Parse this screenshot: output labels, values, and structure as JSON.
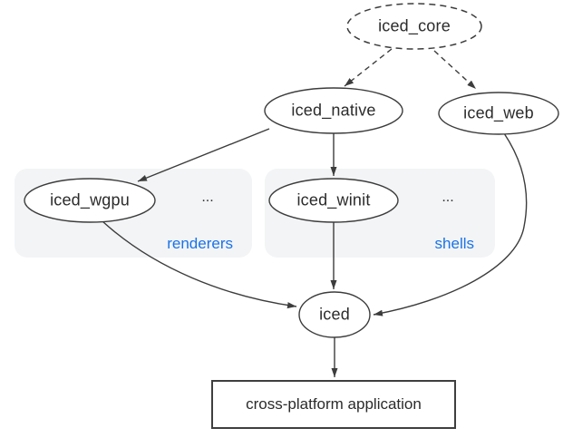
{
  "diagram": {
    "type": "dependency-graph",
    "subject": "iced crate ecosystem",
    "nodes": {
      "iced_core": {
        "label": "iced_core",
        "shape": "ellipse",
        "border": "dashed"
      },
      "iced_native": {
        "label": "iced_native",
        "shape": "ellipse",
        "border": "solid"
      },
      "iced_web": {
        "label": "iced_web",
        "shape": "ellipse",
        "border": "solid"
      },
      "iced_wgpu": {
        "label": "iced_wgpu",
        "shape": "ellipse",
        "border": "solid"
      },
      "iced_winit": {
        "label": "iced_winit",
        "shape": "ellipse",
        "border": "solid"
      },
      "iced": {
        "label": "iced",
        "shape": "ellipse",
        "border": "solid"
      },
      "cross_platform_application": {
        "label": "cross-platform application",
        "shape": "rectangle",
        "border": "solid"
      }
    },
    "groups": {
      "renderers": {
        "label": "renderers",
        "ellipsis": "...",
        "members": [
          "iced_wgpu"
        ]
      },
      "shells": {
        "label": "shells",
        "ellipsis": "...",
        "members": [
          "iced_winit"
        ]
      }
    },
    "edges": [
      {
        "from": "iced_core",
        "to": "iced_native",
        "style": "dashed"
      },
      {
        "from": "iced_core",
        "to": "iced_web",
        "style": "dashed"
      },
      {
        "from": "iced_native",
        "to": "iced_wgpu",
        "style": "solid"
      },
      {
        "from": "iced_native",
        "to": "iced_winit",
        "style": "solid"
      },
      {
        "from": "iced_wgpu",
        "to": "iced",
        "style": "solid"
      },
      {
        "from": "iced_winit",
        "to": "iced",
        "style": "solid"
      },
      {
        "from": "iced_web",
        "to": "iced",
        "style": "solid"
      },
      {
        "from": "iced",
        "to": "cross_platform_application",
        "style": "solid"
      }
    ],
    "colors": {
      "background": "#ffffff",
      "stroke": "#3c3c3c",
      "text": "#2b2b2b",
      "group_fill": "#f3f4f6",
      "group_label": "#1a73e8"
    }
  }
}
